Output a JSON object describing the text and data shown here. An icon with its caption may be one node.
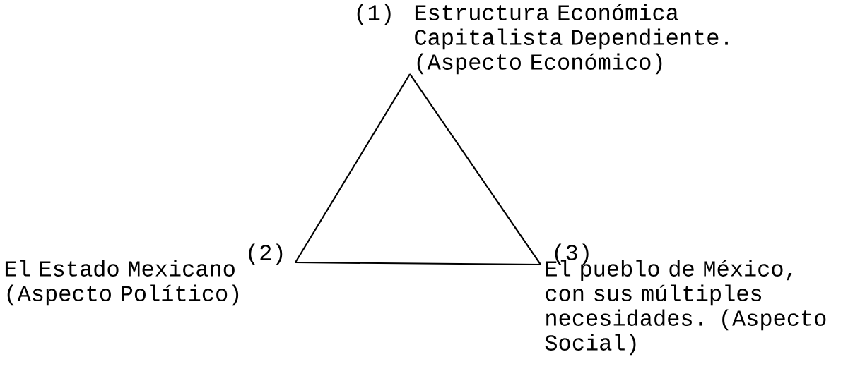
{
  "diagram": {
    "nodes": [
      {
        "text": [
          "(1)",
          "Estructura Económica Capitalista Dependiente. (Aspecto Económico)"
        ]
      },
      {
        "text": [
          "(2)",
          "El Estado Mexicano (Aspecto Político)"
        ]
      },
      {
        "text": [
          "(3)",
          "El pueblo de México, con sus múltiples necesidades. (Aspecto Social)"
        ]
      }
    ],
    "edges": [
      {
        "from": 0,
        "to": 1,
        "arrow": "none"
      },
      {
        "from": 1,
        "to": 2,
        "arrow": "none"
      },
      {
        "from": 2,
        "to": 0,
        "arrow": "none"
      }
    ]
  }
}
